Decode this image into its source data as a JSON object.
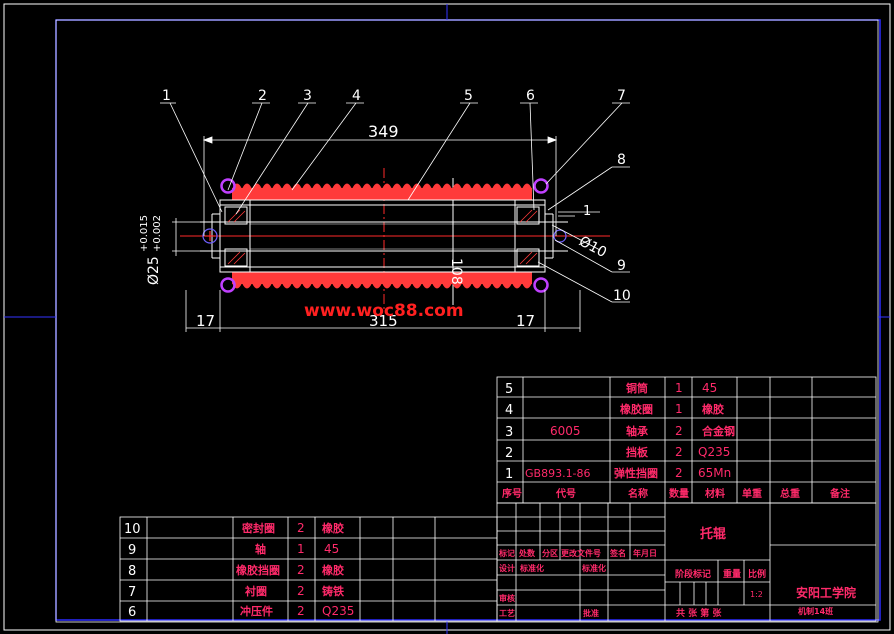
{
  "drawing": {
    "balloons": [
      "1",
      "2",
      "3",
      "4",
      "5",
      "6",
      "7",
      "8",
      "9",
      "10"
    ],
    "dims": {
      "overall": "349",
      "inner": "315",
      "left_end": "17",
      "right_end": "17",
      "height": "108",
      "shaft_dia": "Ø25",
      "tol_upper": "+0.015",
      "tol_lower": "+0.002",
      "pin_dia": "Ø10",
      "gap": "1"
    },
    "watermark": "www.woc88.com"
  },
  "bom_upper": {
    "rows": [
      {
        "no": "5",
        "code": "",
        "name": "铜筒",
        "qty": "1",
        "mat": "45"
      },
      {
        "no": "4",
        "code": "",
        "name": "橡胶圈",
        "qty": "1",
        "mat": "橡胶"
      },
      {
        "no": "3",
        "code": "6005",
        "name": "轴承",
        "qty": "2",
        "mat": "合金钢"
      },
      {
        "no": "2",
        "code": "",
        "name": "挡板",
        "qty": "2",
        "mat": "Q235"
      },
      {
        "no": "1",
        "code": "GB893.1-86",
        "name": "弹性挡圈",
        "qty": "2",
        "mat": "65Mn"
      }
    ],
    "headers": {
      "no": "序号",
      "code": "代号",
      "name": "名称",
      "qty": "数量",
      "mat": "材料",
      "single": "单重",
      "total": "总重",
      "note": "备注"
    }
  },
  "bom_lower": {
    "rows": [
      {
        "no": "10",
        "name": "密封圈",
        "qty": "2",
        "mat": "橡胶"
      },
      {
        "no": "9",
        "name": "轴",
        "qty": "1",
        "mat": "45"
      },
      {
        "no": "8",
        "name": "橡胶挡圈",
        "qty": "2",
        "mat": "橡胶"
      },
      {
        "no": "7",
        "name": "衬圈",
        "qty": "2",
        "mat": "铸铁"
      },
      {
        "no": "6",
        "name": "冲压件",
        "qty": "2",
        "mat": "Q235"
      }
    ]
  },
  "title_block": {
    "part_name": "托辊",
    "rev_labels": [
      "标记",
      "处数",
      "分区",
      "更改文件号",
      "签名",
      "年月日"
    ],
    "design": "设计",
    "std": "标准化",
    "std2": "标准化",
    "review": "审核",
    "process": "工艺",
    "approve": "批准",
    "stage_mark": "阶段标记",
    "weight": "重量",
    "scale": "比例",
    "scale_value": "1:2",
    "sheets": "共  张 第  张",
    "school": "安阳工学院",
    "class": "机制14班"
  }
}
